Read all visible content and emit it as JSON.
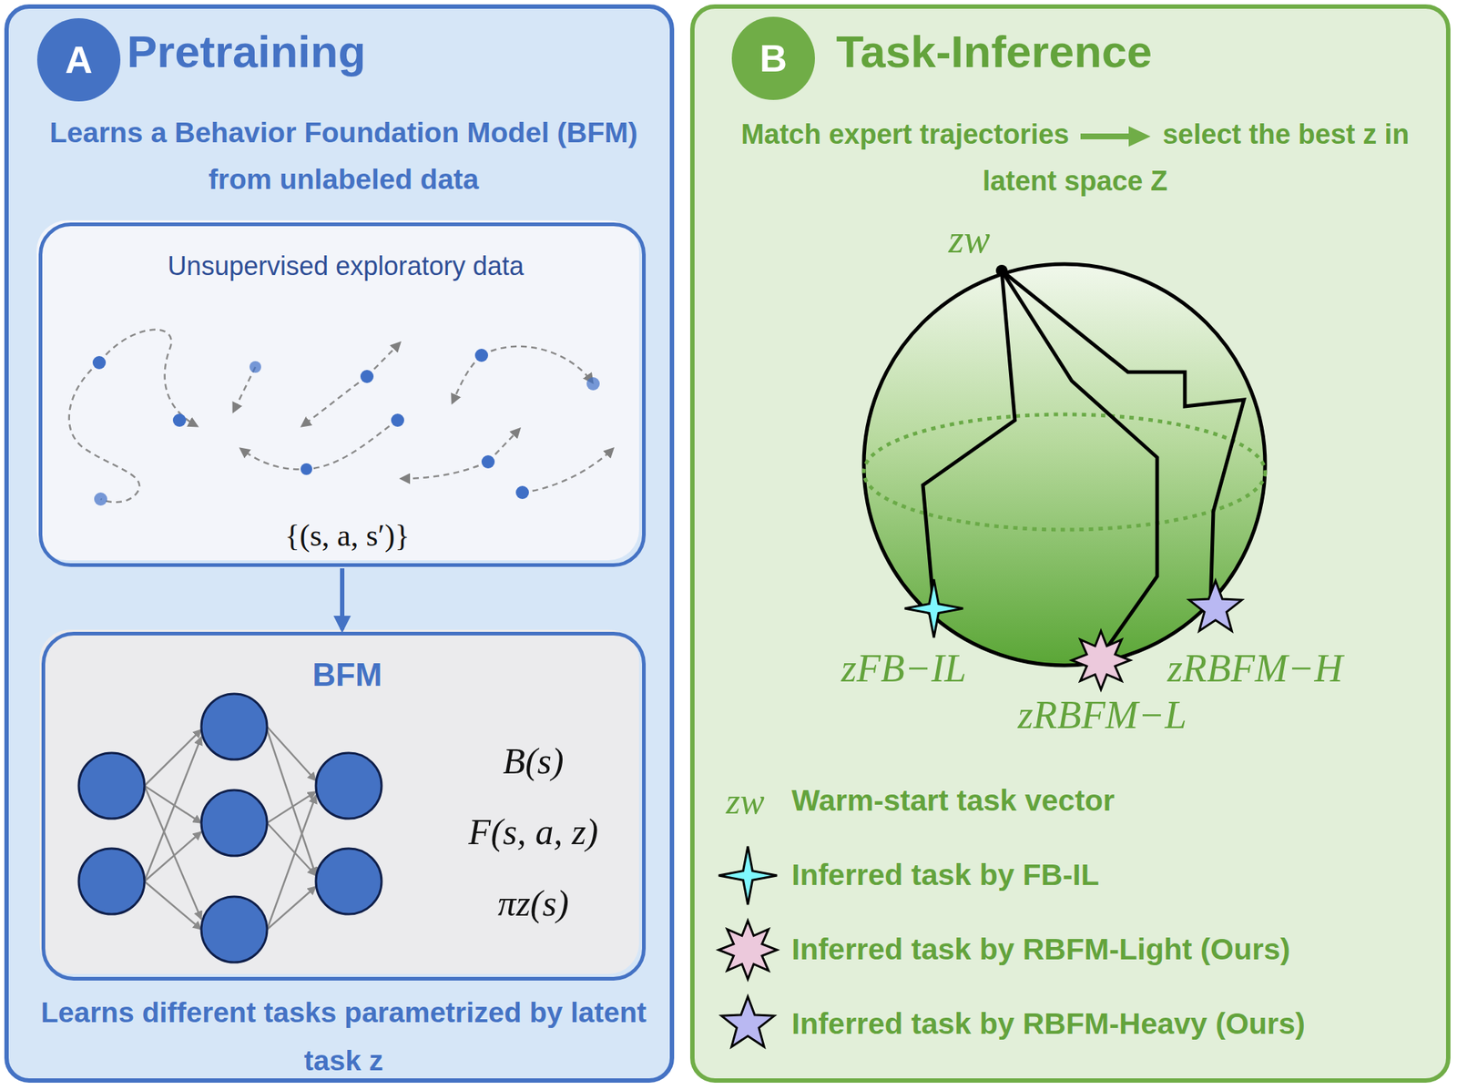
{
  "diagram": {
    "nodes": [
      {
        "text": [
          "Pretraining",
          "Learns a Behavior Foundation Model (BFM) from unlabeled data",
          "Learns different tasks parametrized by latent task z"
        ]
      },
      {
        "text": [
          "A"
        ],
        "in": 0
      },
      {
        "text": [
          "Unsupervised exploratory data",
          "{(s, a, s′)}"
        ],
        "in": 0
      },
      {
        "text": [
          "BFM",
          "B(s)",
          "F(s, a, z)",
          "πz(s)"
        ],
        "in": 0
      },
      {
        "text": [
          "Task-Inference",
          "Match expert trajectories",
          "select the best z in latent space Z"
        ]
      },
      {
        "text": [
          "B"
        ],
        "in": 4
      }
    ],
    "edges": [
      {
        "from": 2,
        "to": 3,
        "arrow": "to"
      }
    ],
    "labels": [
      "zw",
      "zFB−IL",
      "zRBFM−L",
      "zRBFM−H",
      "zw"
    ],
    "legend": [
      {
        "text": "Warm-start task vector"
      },
      {
        "text": "Inferred task by FB-IL"
      },
      {
        "text": "Inferred task by RBFM-Light (Ours)"
      },
      {
        "text": "Inferred task by RBFM-Heavy (Ours)"
      }
    ]
  }
}
